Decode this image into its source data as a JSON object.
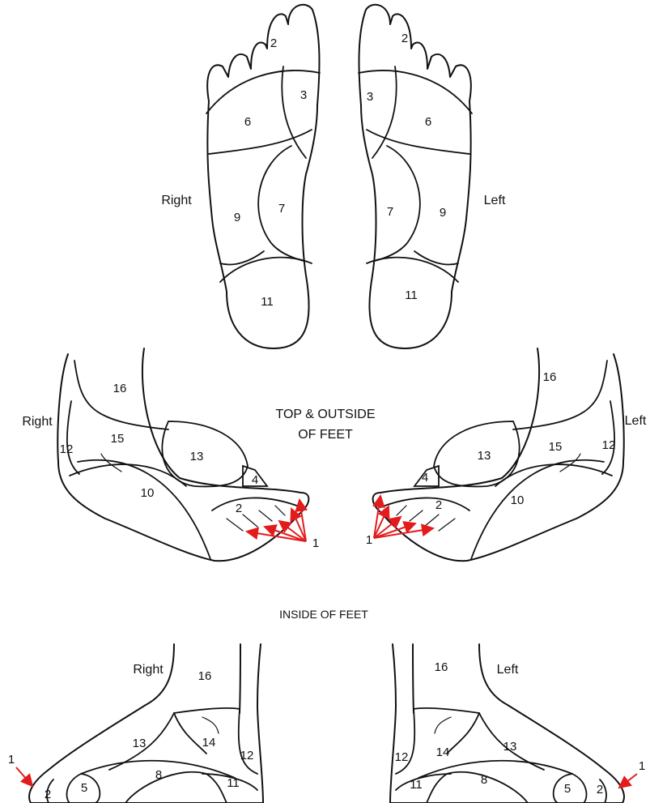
{
  "labels": {
    "right": "Right",
    "left": "Left",
    "top_outside_line1": "TOP & OUTSIDE",
    "top_outside_line2": "OF FEET",
    "inside": "INSIDE OF FEET"
  },
  "zones": {
    "z1": "1",
    "z2": "2",
    "z3": "3",
    "z4": "4",
    "z5": "5",
    "z6": "6",
    "z7": "7",
    "z8": "8",
    "z9": "9",
    "z10": "10",
    "z11": "11",
    "z12": "12",
    "z13": "13",
    "z14": "14",
    "z15": "15",
    "z16": "16"
  },
  "colors": {
    "outline": "#111111",
    "pointer": "#e41b1b",
    "background": "#ffffff"
  }
}
